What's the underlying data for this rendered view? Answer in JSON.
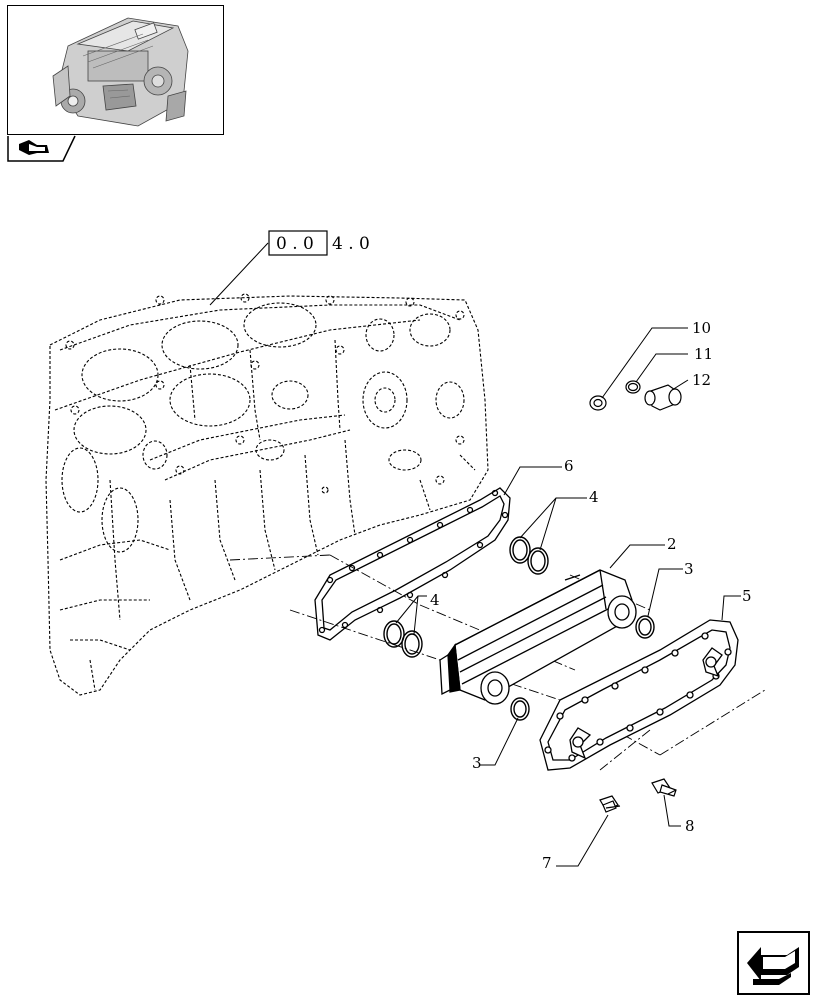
{
  "reference": {
    "boxed": "0 . 0",
    "rest": "4 . 0"
  },
  "callouts": [
    {
      "id": "c10",
      "text": "10"
    },
    {
      "id": "c11",
      "text": "11"
    },
    {
      "id": "c12",
      "text": "12"
    },
    {
      "id": "c6",
      "text": "6"
    },
    {
      "id": "c4a",
      "text": "4"
    },
    {
      "id": "c2",
      "text": "2"
    },
    {
      "id": "c3a",
      "text": "3"
    },
    {
      "id": "c5",
      "text": "5"
    },
    {
      "id": "c4b",
      "text": "4"
    },
    {
      "id": "c3b",
      "text": "3"
    },
    {
      "id": "c8",
      "text": "8"
    },
    {
      "id": "c7",
      "text": "7"
    }
  ]
}
